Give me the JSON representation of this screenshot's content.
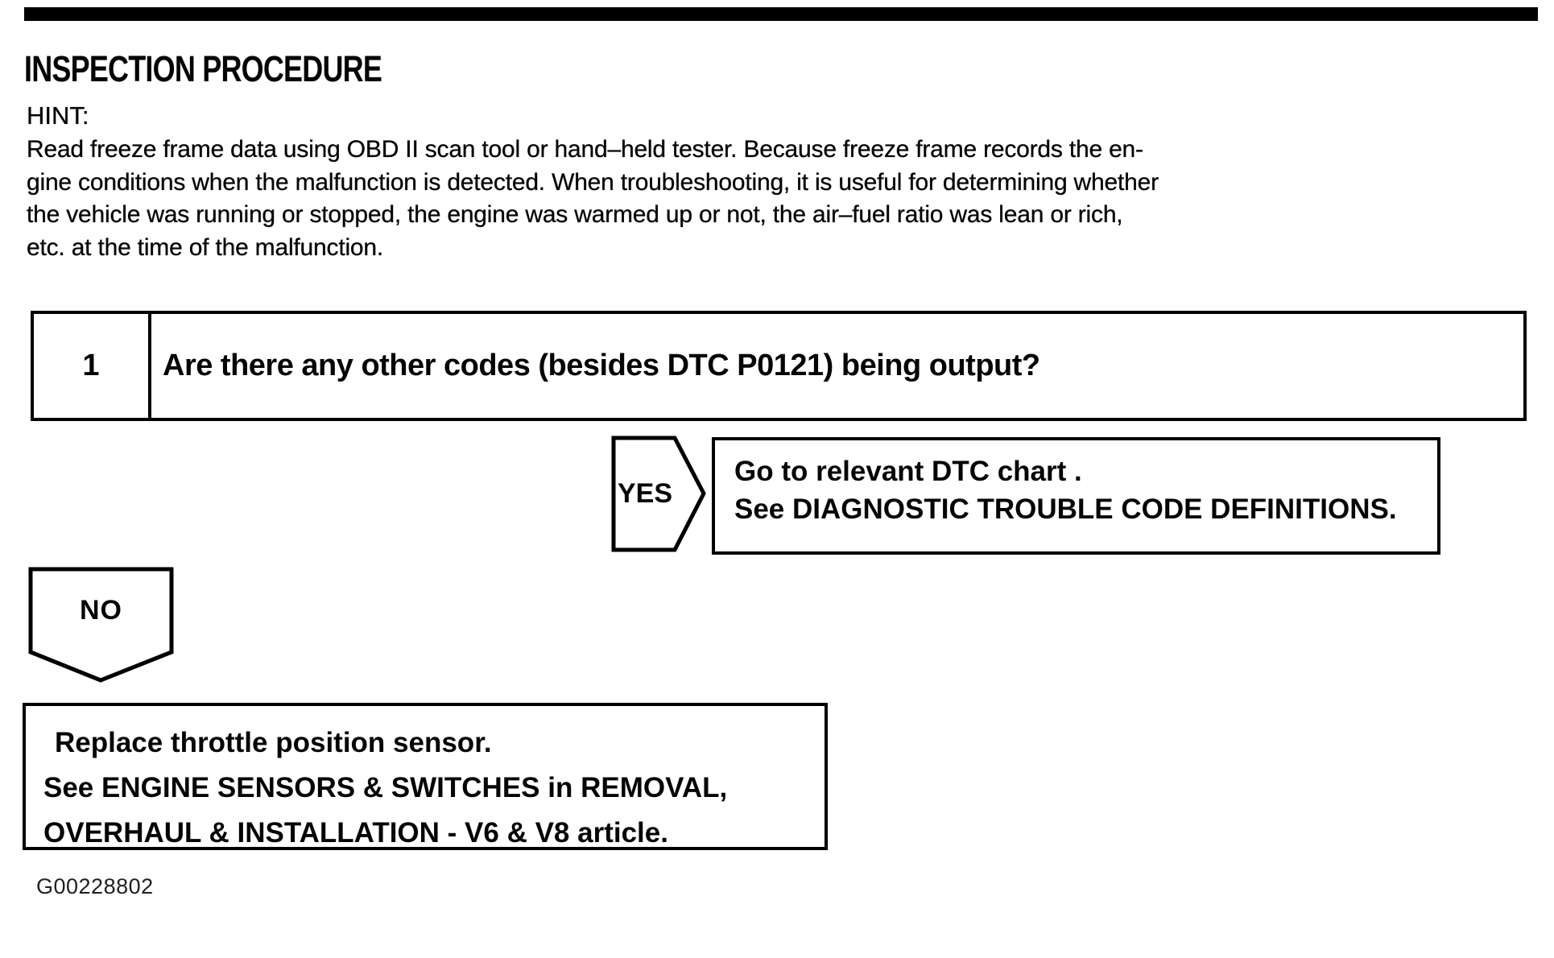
{
  "colors": {
    "ink": "#000000",
    "paper": "#ffffff"
  },
  "header": {
    "title": "INSPECTION PROCEDURE",
    "hint_label": "HINT:",
    "hint_lines": [
      "Read freeze frame data using OBD II scan tool or hand–held tester. Because freeze frame records the en-",
      "gine conditions when the malfunction is detected. When troubleshooting, it is useful for determining whether",
      "the vehicle was running or stopped, the engine was warmed up or not, the air–fuel ratio was lean or rich,",
      "etc. at the time of the malfunction."
    ]
  },
  "flowchart": {
    "step_number": "1",
    "question": "Are there any other codes (besides DTC P0121) being output?",
    "yes_label": "YES",
    "yes_result_lines": [
      "Go to relevant DTC chart .",
      "See DIAGNOSTIC TROUBLE CODE DEFINITIONS."
    ],
    "no_label": "NO",
    "no_result_lines": [
      "Replace throttle position sensor.",
      "See ENGINE SENSORS & SWITCHES in REMOVAL,",
      "OVERHAUL & INSTALLATION - V6 & V8 article."
    ]
  },
  "footer": {
    "figure_id": "G00228802"
  }
}
